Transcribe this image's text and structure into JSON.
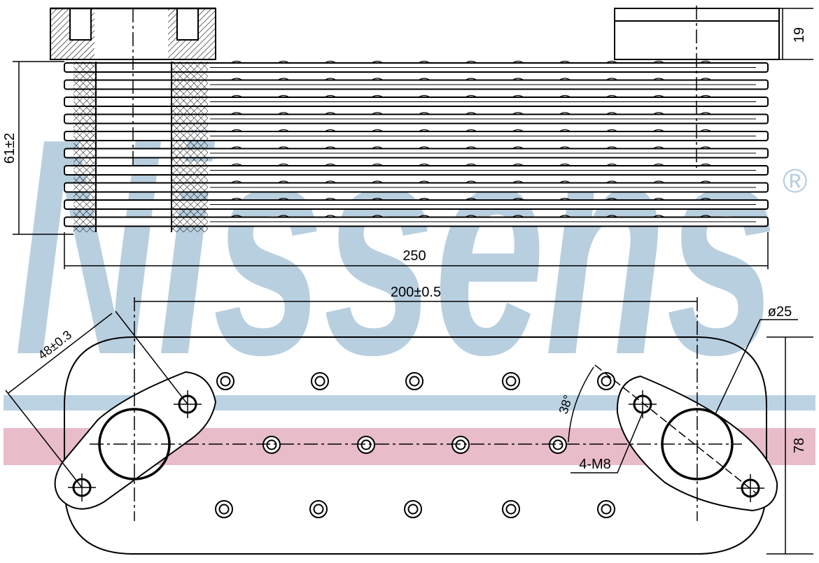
{
  "watermark": {
    "brand": "Nissens",
    "registered_mark": "®",
    "colors": {
      "letters": "#b8cfe0",
      "band_top": "#bcd3e4",
      "band_bottom": "#e8bcc8"
    }
  },
  "colors": {
    "line": "#000000",
    "paper": "#ffffff"
  },
  "dimensions": {
    "top_height": "19",
    "side_height": "61±2",
    "overall_length": "250",
    "center_distance": "200±0.5",
    "flange_offset": "48±0.3",
    "port_diameter": "ø25",
    "hole_angle": "38°",
    "thread_spec": "4-M8",
    "plate_width": "78"
  }
}
